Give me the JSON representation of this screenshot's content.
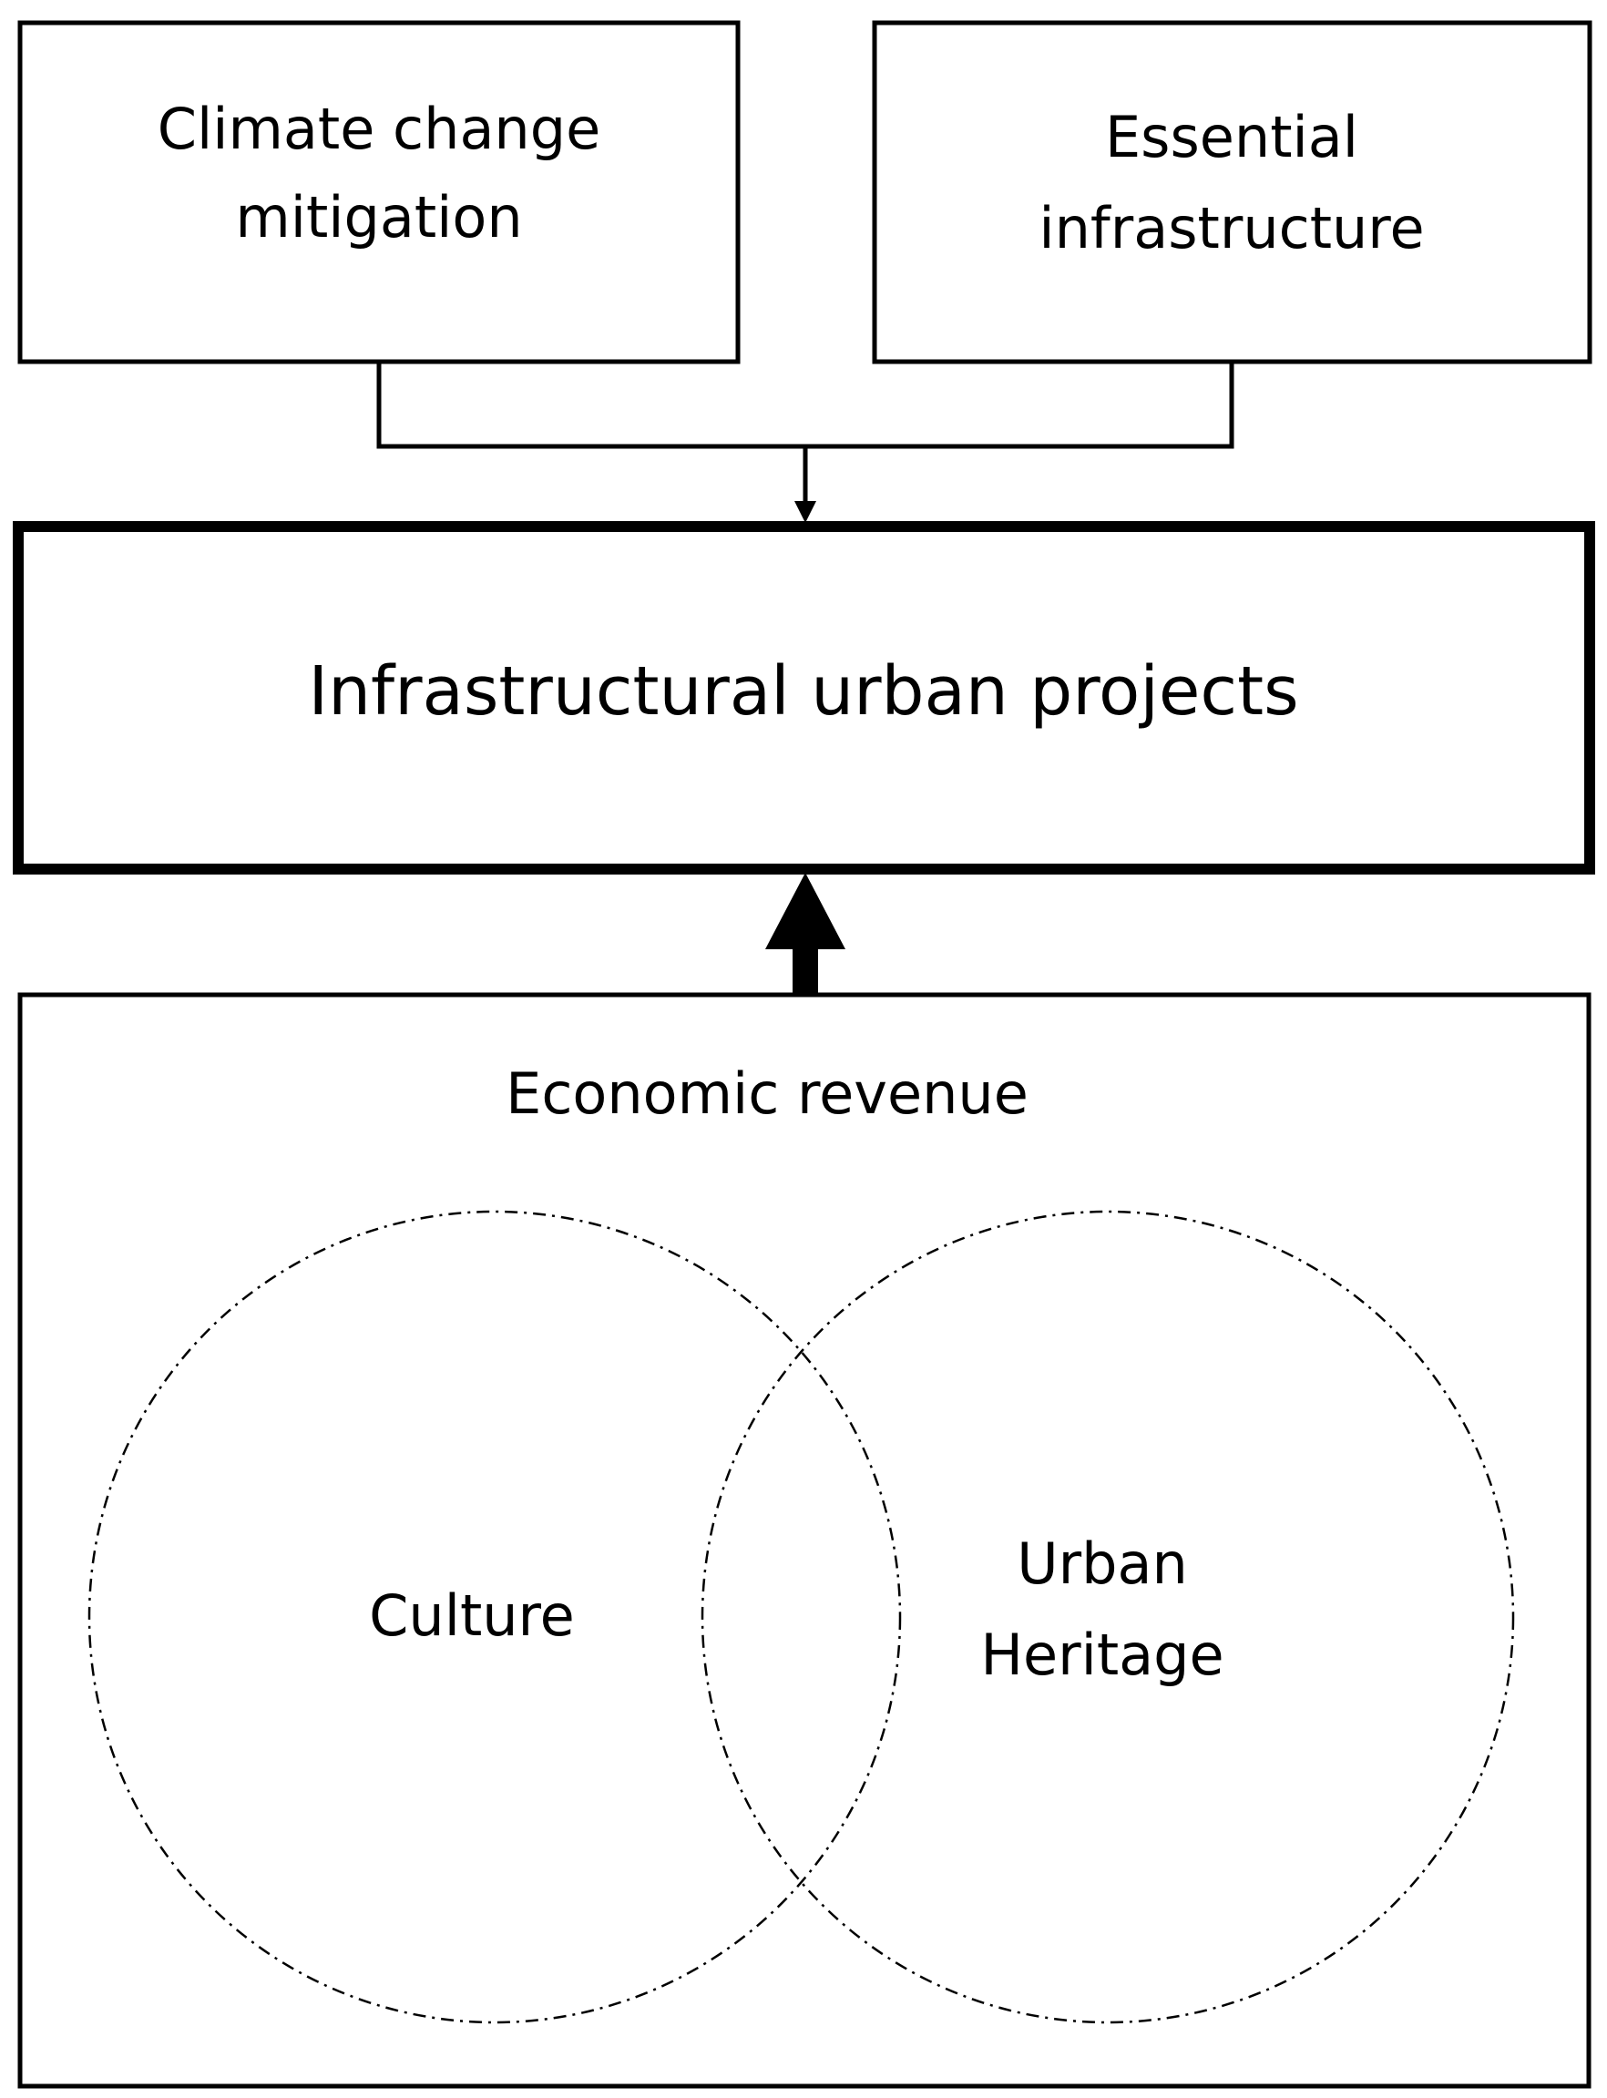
{
  "nodes": {
    "climate": {
      "lines": [
        "Climate change",
        "mitigation"
      ]
    },
    "essential": {
      "lines": [
        "Essential",
        "infrastructure"
      ]
    },
    "projects": {
      "label": "Infrastructural urban projects"
    },
    "economic": {
      "label": "Economic revenue"
    },
    "culture": {
      "label": "Culture"
    },
    "heritage": {
      "lines": [
        "Urban",
        "Heritage"
      ]
    }
  },
  "edges": [
    {
      "from": "climate",
      "to": "projects",
      "style": "thin-arrow"
    },
    {
      "from": "essential",
      "to": "projects",
      "style": "thin-arrow"
    },
    {
      "from": "economic",
      "to": "projects",
      "style": "thick-arrow"
    }
  ]
}
